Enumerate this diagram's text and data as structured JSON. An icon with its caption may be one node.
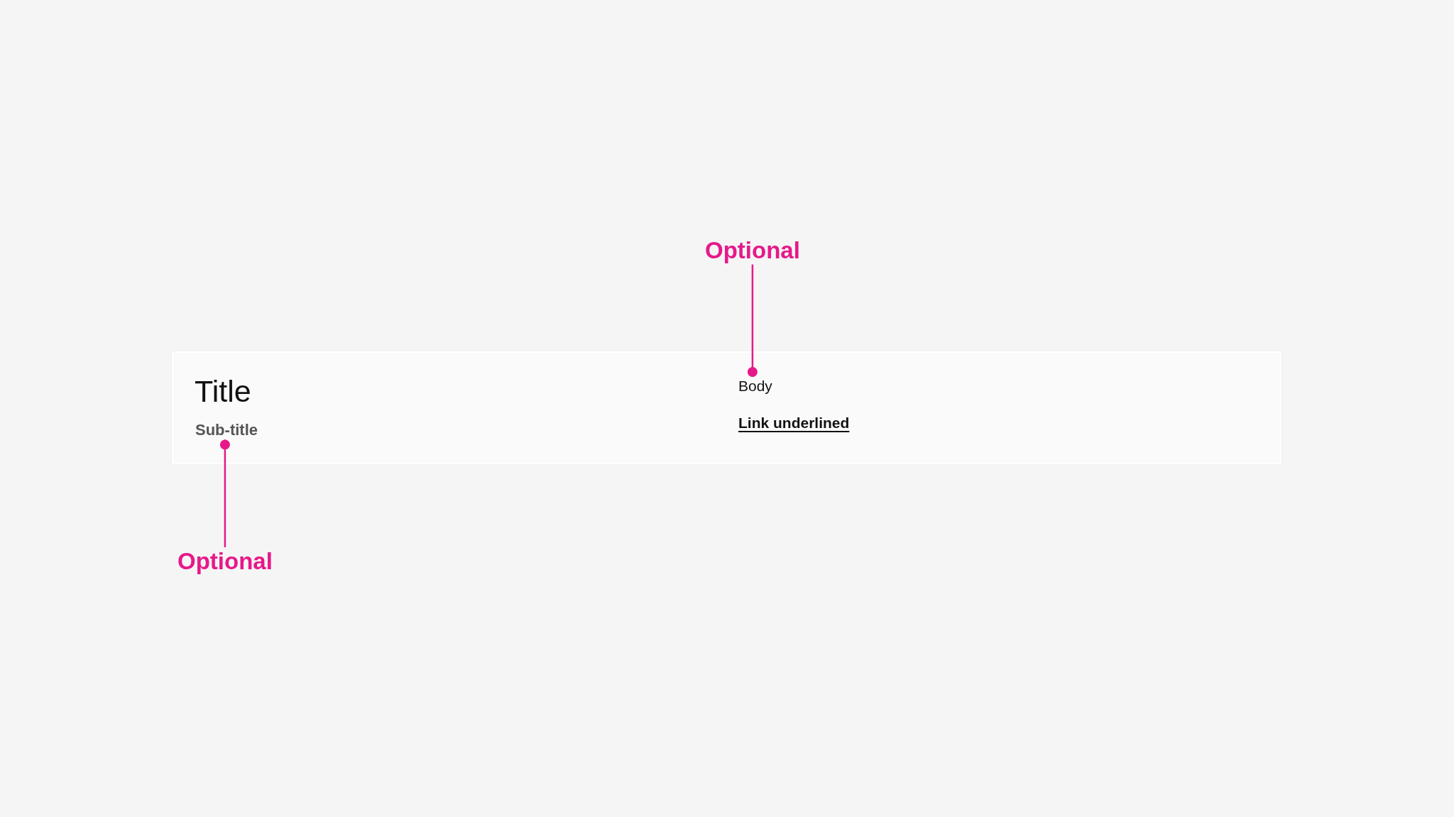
{
  "diagram": {
    "nodes": [
      {
        "text": [
          "Optional"
        ]
      },
      {
        "text": [
          "Title",
          "Link underlined"
        ]
      },
      {
        "text": [
          "Sub-title"
        ],
        "in": 1
      },
      {
        "text": [
          "Body"
        ],
        "in": 1
      },
      {
        "text": [
          "Optional"
        ]
      }
    ],
    "edges": [
      {
        "from": 0,
        "to": 3,
        "arrow": "other"
      },
      {
        "from": 4,
        "to": 2,
        "arrow": "other"
      }
    ]
  }
}
